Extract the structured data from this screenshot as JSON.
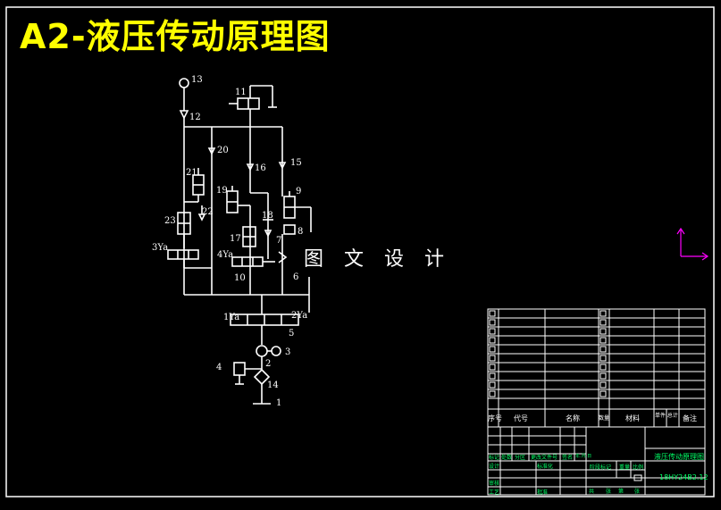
{
  "title": "A2-液压传动原理图",
  "watermark": "图 文 设 计",
  "component_labels": [
    "1",
    "2",
    "3",
    "4",
    "5",
    "6",
    "7",
    "8",
    "9",
    "10",
    "11",
    "12",
    "13",
    "14",
    "15",
    "16",
    "17",
    "18",
    "19",
    "20",
    "21",
    "22",
    "23"
  ],
  "solenoid_labels": [
    "1Ya",
    "2Ya",
    "3Ya",
    "4Ya"
  ],
  "title_block": {
    "header": [
      "序号",
      "代号",
      "名称",
      "数量",
      "材料",
      "单件 总计",
      "备注"
    ],
    "drawing_name": "液压传动原理图",
    "drawing_code": "18HY24B2.12",
    "stage_labels": [
      "阶段标记",
      "重量",
      "比例"
    ],
    "sheet_info": [
      "共",
      "张",
      "第",
      "张"
    ],
    "sign_rows": [
      "标记",
      "处数",
      "分区",
      "更改文件号",
      "签名",
      "年.月.日"
    ],
    "roles": [
      "设计",
      "审核",
      "工艺",
      "标准化",
      "批准"
    ]
  },
  "colors": {
    "lines": "#ffffff",
    "title": "#ffff00",
    "table_text": "#00ff66",
    "axis_x": "#ff00ff"
  }
}
